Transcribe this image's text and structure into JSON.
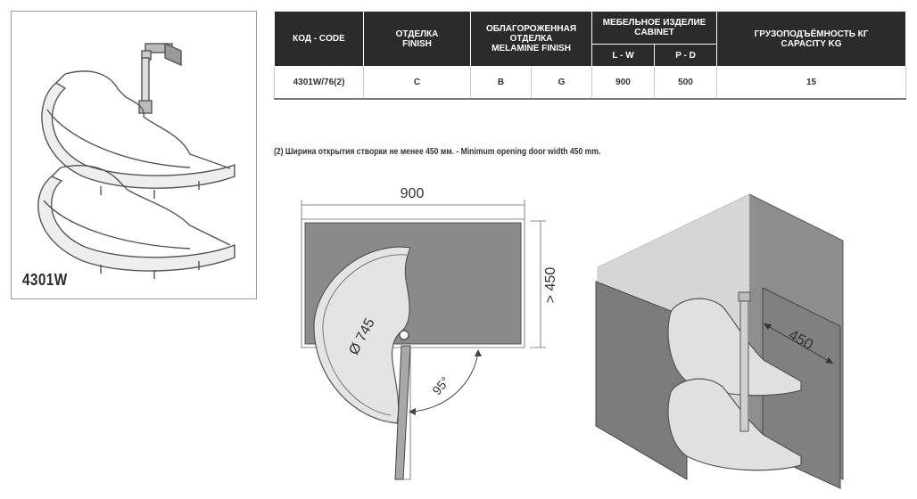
{
  "product": {
    "code_label": "4301W"
  },
  "table": {
    "headers": {
      "code": "КОД - CODE",
      "finish_ru": "ОТДЕЛКА",
      "finish_en": "FINISH",
      "melamine_ru1": "ОБЛАГОРОЖЕННАЯ",
      "melamine_ru2": "ОТДЕЛКА",
      "melamine_en": "MELAMINE FINISH",
      "cabinet_ru": "МЕБЕЛЬНОЕ ИЗДЕЛИЕ",
      "cabinet_en": "CABINET",
      "cabinet_lw": "L - W",
      "cabinet_pd": "P - D",
      "capacity_ru": "ГРУЗОПОДЪЁМНОСТЬ КГ",
      "capacity_en": "CAPACITY KG"
    },
    "rows": [
      {
        "code": "4301W/76(2)",
        "finish": "C",
        "melamine_1": "B",
        "melamine_2": "G",
        "lw": "900",
        "pd": "500",
        "capacity": "15"
      }
    ]
  },
  "note": "(2) Ширина открытия створки не менее 450 мм. - Minimum opening door width 450 mm.",
  "plan_drawing": {
    "width_label": "900",
    "depth_label": "> 450",
    "diameter_label": "Ø 745",
    "angle_label": "95°"
  },
  "iso_drawing": {
    "opening_label": "450"
  },
  "colors": {
    "header_bg": "#2b2b2b",
    "cabinet_grey": "#8a8a8a",
    "shelf_grey": "#d9d9d9"
  }
}
